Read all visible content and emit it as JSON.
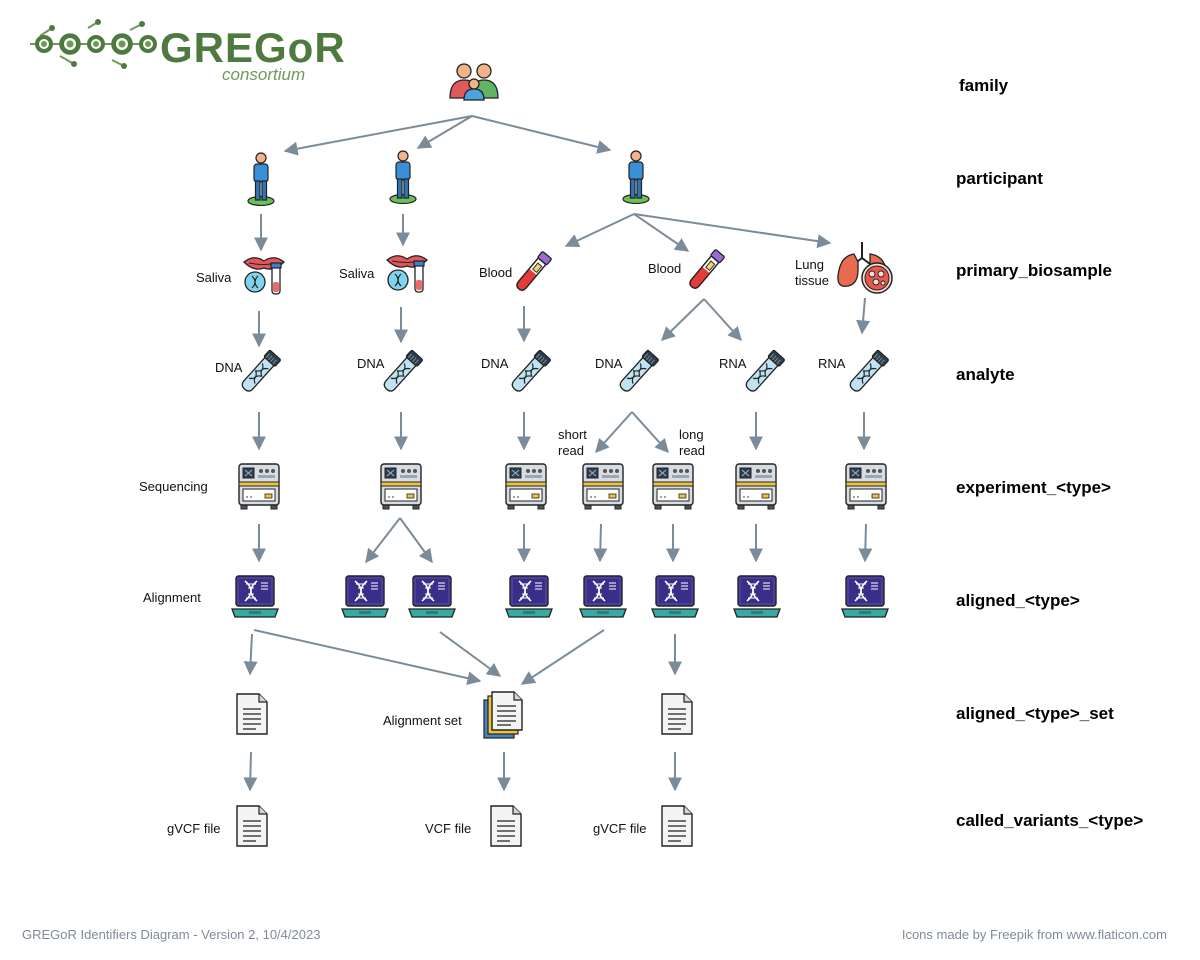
{
  "logo": {
    "word": "GREGoR",
    "sub": "consortium"
  },
  "levels": {
    "family": "family",
    "participant": "participant",
    "primary_biosample": "primary_biosample",
    "analyte": "analyte",
    "experiment": "experiment_<type>",
    "aligned": "aligned_<type>",
    "aligned_set": "aligned_<type>_set",
    "called_variants": "called_variants_<type>"
  },
  "biosamples": {
    "saliva_1": "Saliva",
    "saliva_2": "Saliva",
    "blood_1": "Blood",
    "blood_2": "Blood",
    "lung_line1": "Lung",
    "lung_line2": "tissue"
  },
  "analytes": {
    "dna_1": "DNA",
    "dna_2": "DNA",
    "dna_3": "DNA",
    "dna_4": "DNA",
    "rna_1": "RNA",
    "rna_2": "RNA"
  },
  "reads": {
    "short_line1": "short",
    "short_line2": "read",
    "long_line1": "long",
    "long_line2": "read"
  },
  "labels": {
    "sequencing": "Sequencing",
    "alignment": "Alignment",
    "alignment_set": "Alignment set",
    "gvcf_1": "gVCF file",
    "vcf": "VCF file",
    "gvcf_2": "gVCF file"
  },
  "footer": {
    "left": "GREGoR Identifiers Diagram - Version 2, 10/4/2023",
    "right": "Icons made by Freepik from www.flaticon.com"
  },
  "icons": {
    "family": "family-icon",
    "participant": "person-icon",
    "saliva": "saliva-icon",
    "blood": "blood-tube-icon",
    "lung": "lung-tissue-icon",
    "analyte": "dna-tube-icon",
    "experiment": "sequencer-icon",
    "aligned": "laptop-dna-icon",
    "document": "document-icon",
    "document_stack": "document-stack-icon"
  },
  "colors": {
    "logo_green": "#4f7a3f",
    "edge": "#7a8c99",
    "laptop": "#4b3f9e",
    "person_blue": "#3a8fd6"
  }
}
